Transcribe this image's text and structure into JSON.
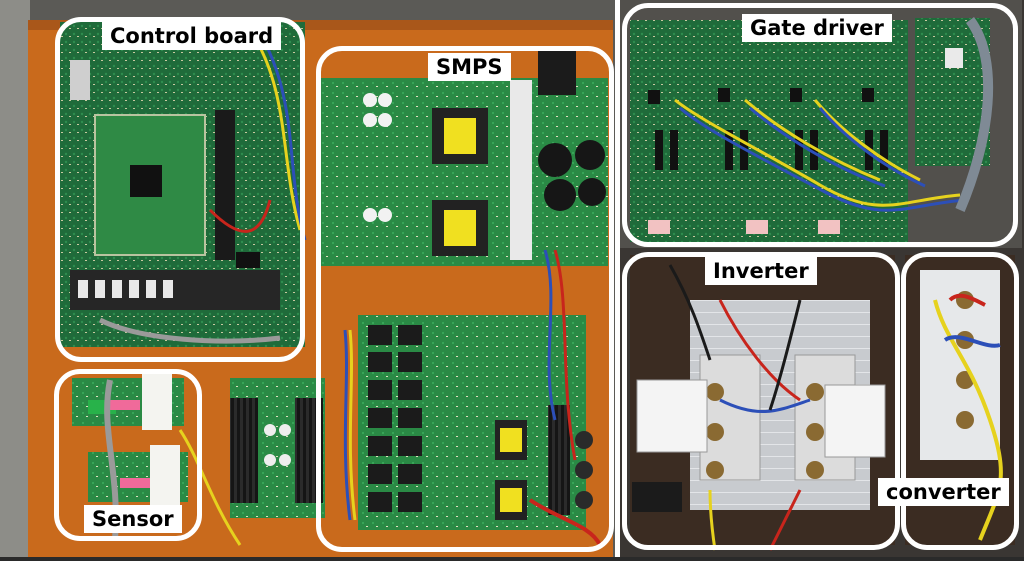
{
  "photo": {
    "regions": [
      {
        "id": "control-board",
        "label": "Control board"
      },
      {
        "id": "smps",
        "label": "SMPS"
      },
      {
        "id": "sensor",
        "label": "Sensor"
      },
      {
        "id": "gate-driver",
        "label": "Gate driver"
      },
      {
        "id": "inverter",
        "label": "Inverter"
      },
      {
        "id": "converter",
        "label": "converter"
      }
    ]
  }
}
